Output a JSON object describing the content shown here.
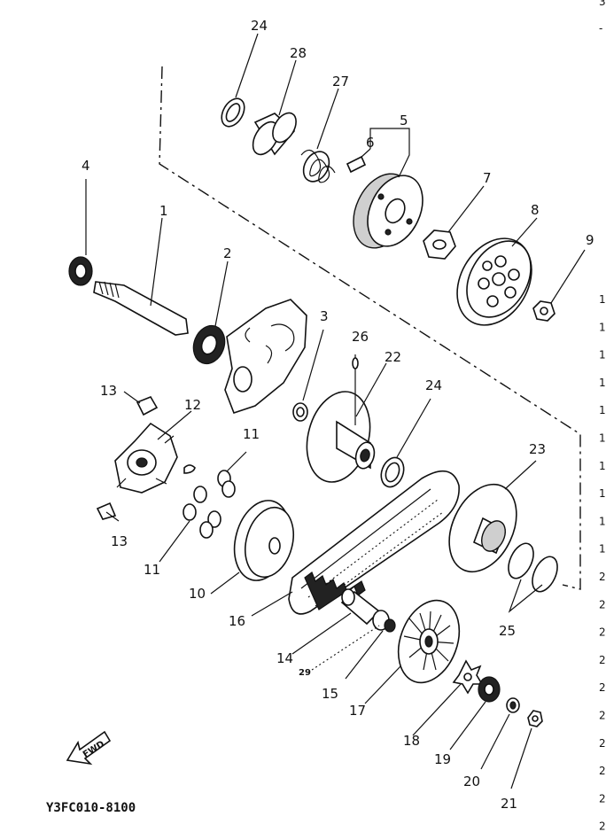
{
  "diagram": {
    "callouts": {
      "p1": "1",
      "p2": "2",
      "p3": "3",
      "p4": "4",
      "p5": "5",
      "p6": "6",
      "p7": "7",
      "p8": "8",
      "p9": "9",
      "p10": "10",
      "p11a": "11",
      "p11b": "11",
      "p12": "12",
      "p13a": "13",
      "p13b": "13",
      "p14": "14",
      "p15": "15",
      "p16": "16",
      "p17": "17",
      "p18": "18",
      "p19": "19",
      "p20": "20",
      "p21": "21",
      "p22": "22",
      "p23": "23",
      "p24a": "24",
      "p24b": "24",
      "p25": "25",
      "p26": "26",
      "p27": "27",
      "p28": "28",
      "p29": "29"
    },
    "fwd_label": "FWD",
    "reference_code": "Y3FC010-8100"
  },
  "margin": {
    "top_marks": [
      "3",
      "-"
    ],
    "numbers": [
      "1",
      "1",
      "1",
      "1",
      "1",
      "1",
      "1",
      "1",
      "1",
      "1",
      "2",
      "2",
      "2",
      "2",
      "2",
      "2",
      "2",
      "2",
      "2",
      "2"
    ]
  }
}
